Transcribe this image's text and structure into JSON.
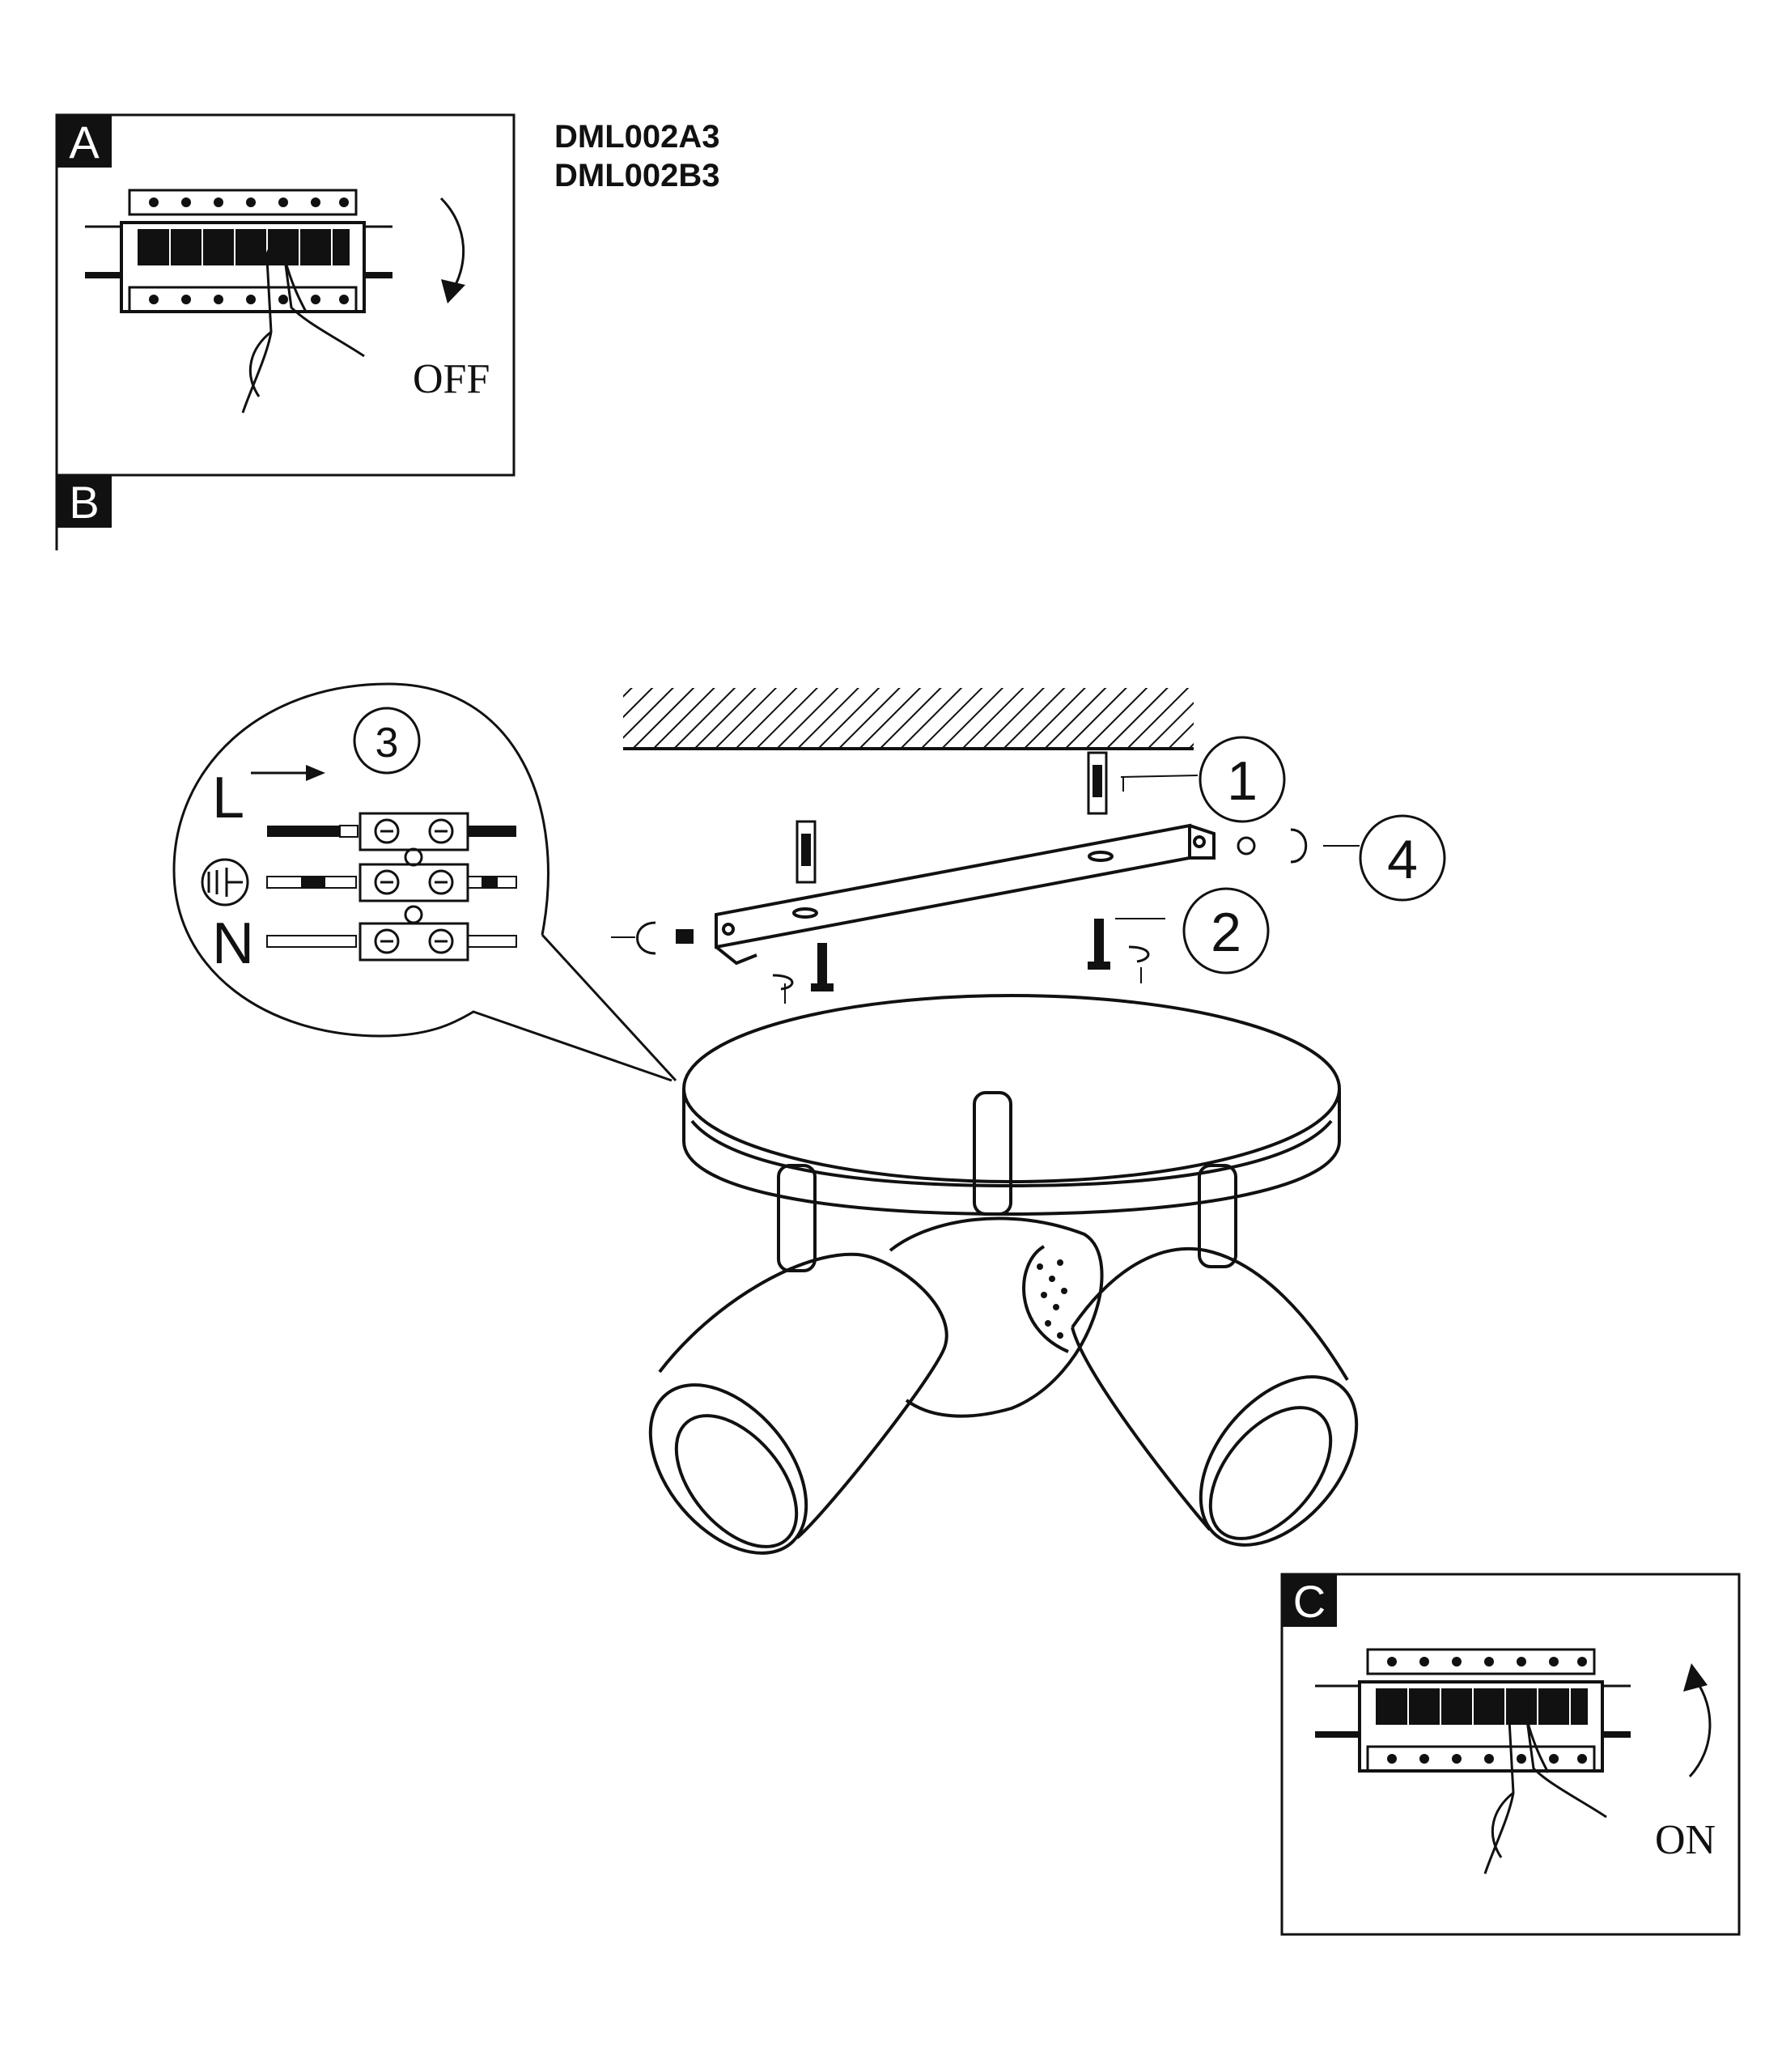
{
  "models": [
    "DML002A3",
    "DML002B3"
  ],
  "panels": {
    "a": {
      "letter": "A",
      "caption": "OFF"
    },
    "b": {
      "letter": "B"
    },
    "c": {
      "letter": "C",
      "caption": "ON"
    }
  },
  "wiring": {
    "step": "3",
    "live": "L",
    "neutral": "N"
  },
  "steps": [
    "1",
    "2",
    "4"
  ]
}
